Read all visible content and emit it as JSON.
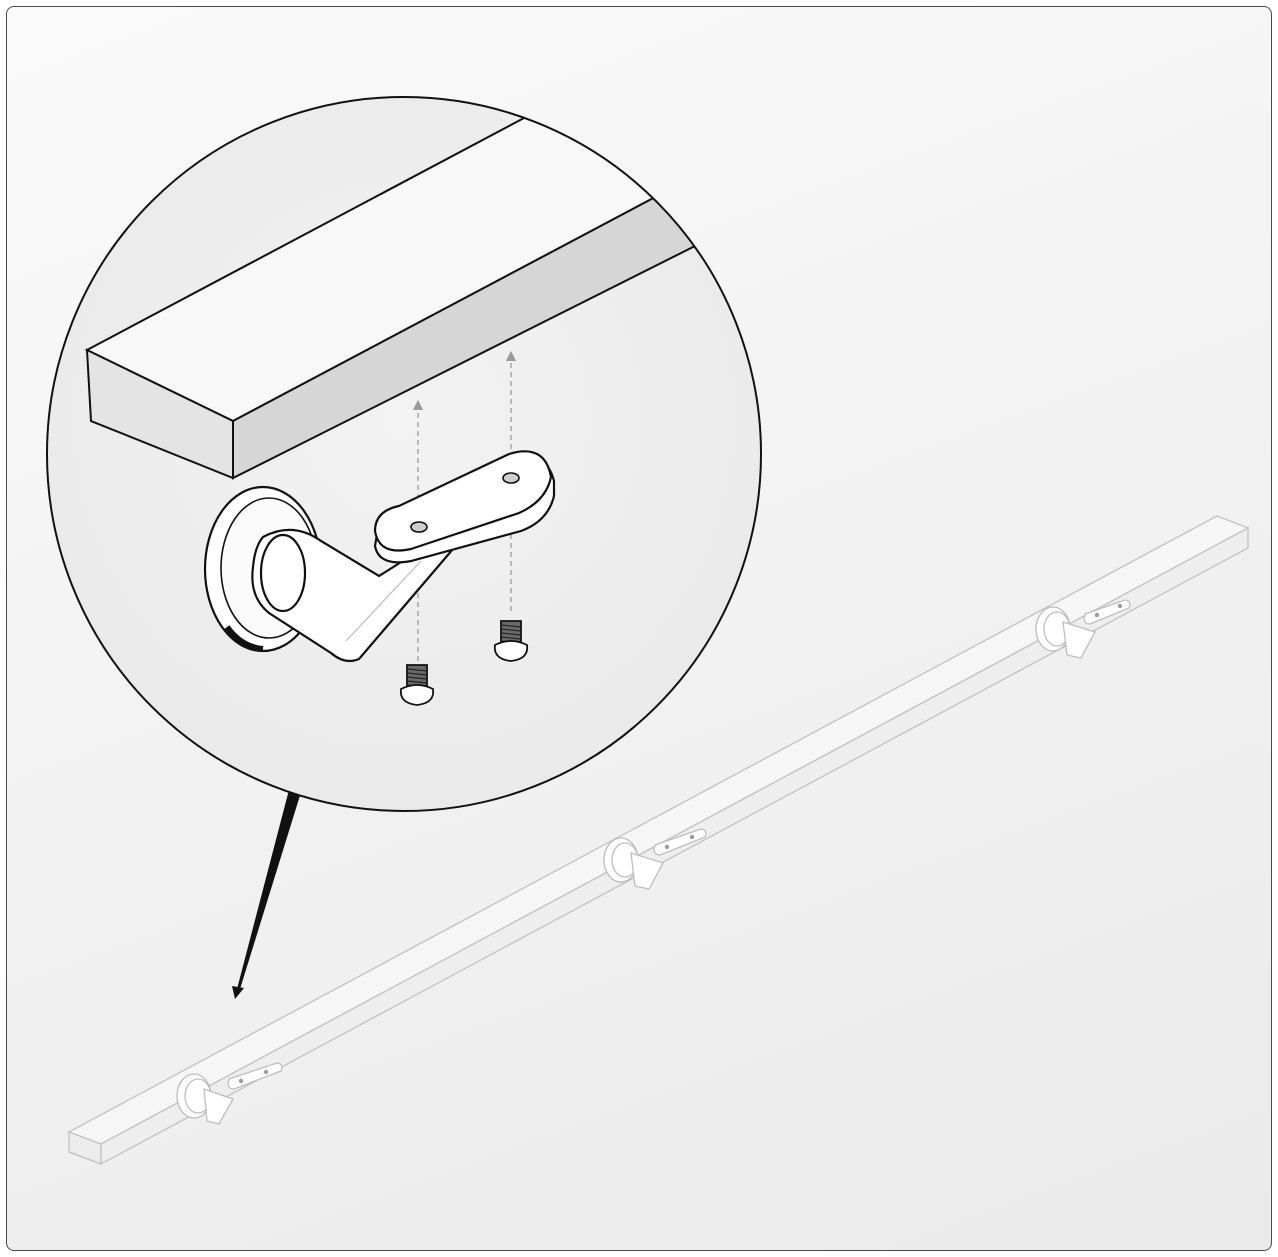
{
  "figure": {
    "kind": "handrail-bracket-assembly-instruction",
    "text_labels": [],
    "colors": {
      "outline": "#1a1a1a",
      "rail_top": "#f7f7f7",
      "rail_side": "#d9d9d9",
      "bracket_fill": "#ffffff",
      "guide_arrow": "#9a9a9a",
      "ghost_outline": "#bdbdbd"
    },
    "icons": [
      "magnifier-detail-circle",
      "screw-icon",
      "bracket-icon",
      "leader-arrow"
    ],
    "bracket_count": 3,
    "screw_count": 2
  }
}
